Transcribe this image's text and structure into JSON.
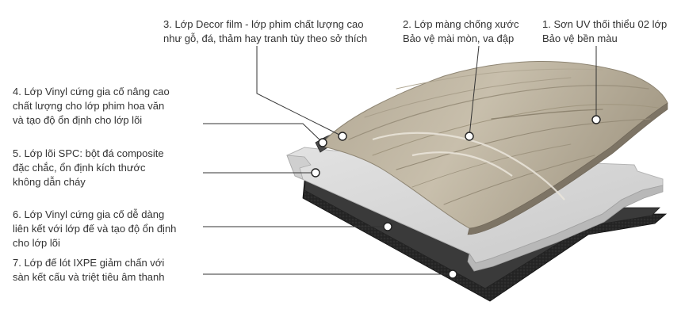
{
  "layers": [
    {
      "id": 1,
      "lines": [
        "1. Sơn UV thối thiểu 02 lớp",
        "Bảo vệ bền màu"
      ]
    },
    {
      "id": 2,
      "lines": [
        "2. Lớp màng chống xước",
        "Bảo vệ mài mòn, va đập"
      ]
    },
    {
      "id": 3,
      "lines": [
        "3. Lớp Decor film - lớp phim chất lượng cao",
        "như gỗ, đá, thảm hay tranh tùy theo sở thích"
      ]
    },
    {
      "id": 4,
      "lines": [
        "4. Lớp Vinyl cứng gia cố nâng cao",
        "chất lượng cho lớp phim hoa văn",
        "và tạo độ ổn định cho lớp lõi"
      ]
    },
    {
      "id": 5,
      "lines": [
        "5. Lớp lõi SPC: bột đá composite",
        "đặc chắc, ổn định kích thước",
        "không dẫn cháy"
      ]
    },
    {
      "id": 6,
      "lines": [
        "6. Lớp Vinyl cứng gia cố dễ dàng",
        "liên kết với lớp đế và tạo độ ổn định",
        "cho lớp lõi"
      ]
    },
    {
      "id": 7,
      "lines": [
        "7. Lớp đế lót IXPE giảm chấn với",
        "sàn kết cấu và triệt tiêu âm thanh"
      ]
    }
  ],
  "colors": {
    "wood_light": "#c9c0ad",
    "wood_mid": "#a69c88",
    "wood_dark": "#8b8170",
    "core": "#d9d9d9",
    "core_edge": "#c4c4c4",
    "vinyl_dark": "#3a3a3a",
    "underlay": "#222222",
    "leader": "#333333"
  }
}
